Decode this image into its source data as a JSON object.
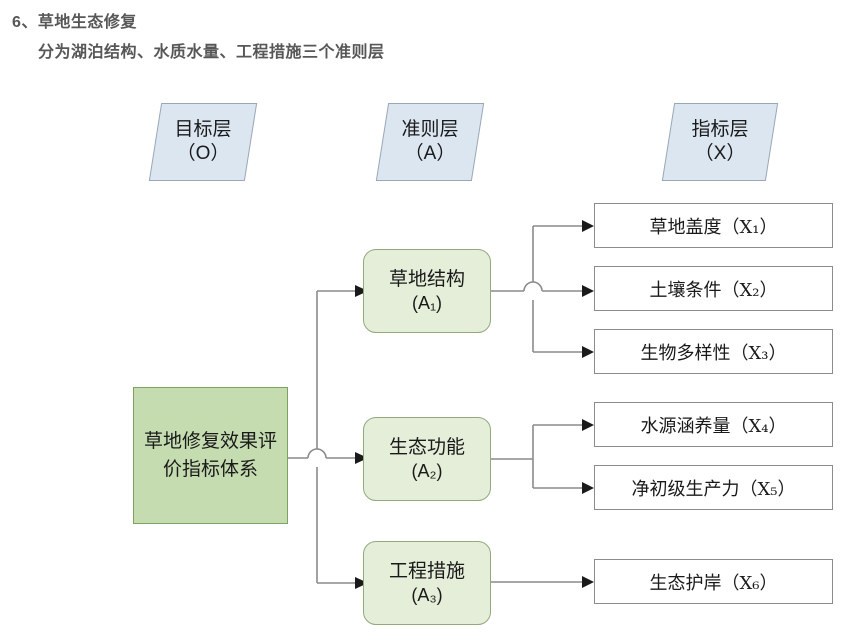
{
  "header": {
    "line1": "6、草地生态修复",
    "line2": "分为湖泊结构、水质水量、工程措施三个准则层"
  },
  "layer_tags": [
    {
      "name": "goal-layer",
      "title": "目标层",
      "code": "（O）"
    },
    {
      "name": "criteria-layer",
      "title": "准则层",
      "code": "（A）"
    },
    {
      "name": "indicator-layer",
      "title": "指标层",
      "code": "（X）"
    }
  ],
  "goal": {
    "label": "草地修复效果评价指标体系"
  },
  "criteria": [
    {
      "id": "A1",
      "title": "草地结构",
      "code": "(A₁)"
    },
    {
      "id": "A2",
      "title": "生态功能",
      "code": "(A₂)"
    },
    {
      "id": "A3",
      "title": "工程措施",
      "code": "(A₃)"
    }
  ],
  "indicators": [
    {
      "id": "X1",
      "label": "草地盖度（X₁）",
      "parent": "A1"
    },
    {
      "id": "X2",
      "label": "土壤条件（X₂）",
      "parent": "A1"
    },
    {
      "id": "X3",
      "label": "生物多样性（X₃）",
      "parent": "A1"
    },
    {
      "id": "X4",
      "label": "水源涵养量（X₄）",
      "parent": "A2"
    },
    {
      "id": "X5",
      "label": "净初级生产力（X₅）",
      "parent": "A2"
    },
    {
      "id": "X6",
      "label": "生态护岸（X₆）",
      "parent": "A3"
    }
  ],
  "colors": {
    "goal_fill": "#c5dcb0",
    "goal_border": "#7da35f",
    "criteria_fill": "#e5eed9",
    "criteria_border": "#93a87c",
    "indicator_fill": "#ffffff",
    "indicator_border": "#8c8c8c",
    "layer_tag_fill": "#dce6f1",
    "layer_tag_border": "#9aa7b5",
    "connector": "#8a8a8a",
    "header_text": "#575757"
  }
}
